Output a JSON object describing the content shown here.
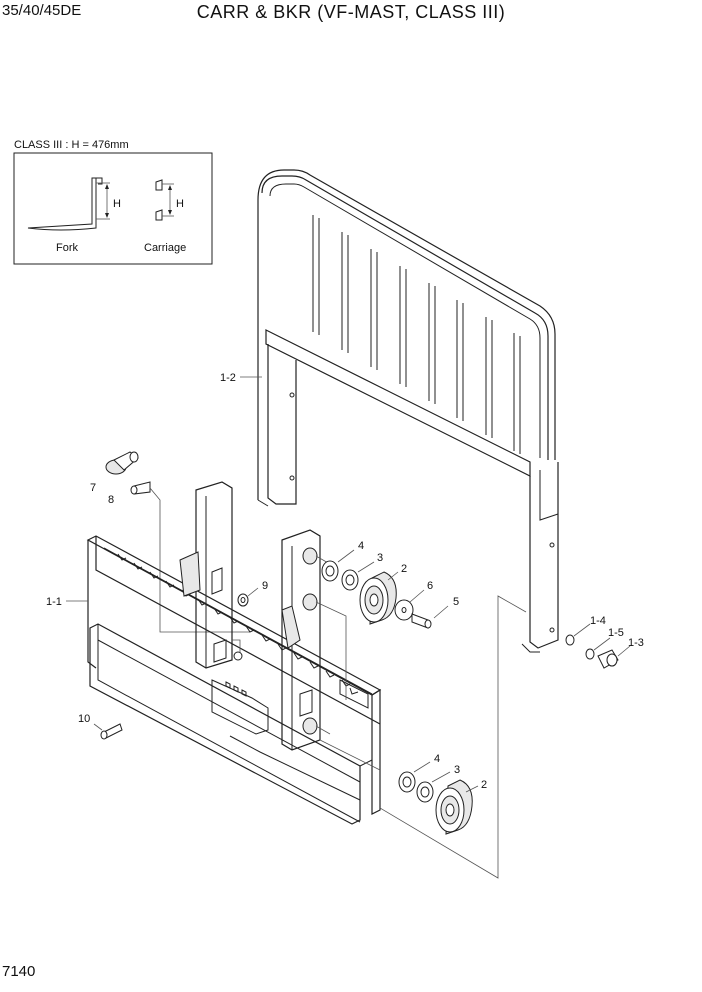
{
  "header": {
    "model": "35/40/45DE",
    "title": "CARR & BKR (VF-MAST, CLASS III)"
  },
  "footer": {
    "page": "7140"
  },
  "inset": {
    "caption": "CLASS III : H = 476mm",
    "h_label": "H",
    "fork_label": "Fork",
    "carriage_label": "Carriage"
  },
  "callouts": {
    "c1_2": "1-2",
    "c7": "7",
    "c8": "8",
    "c1_1": "1-1",
    "c9": "9",
    "c4a": "4",
    "c3a": "3",
    "c2a": "2",
    "c6": "6",
    "c5": "5",
    "c1_4": "1-4",
    "c1_5": "1-5",
    "c1_3": "1-3",
    "c10": "10",
    "c4b": "4",
    "c3b": "3",
    "c2b": "2"
  }
}
